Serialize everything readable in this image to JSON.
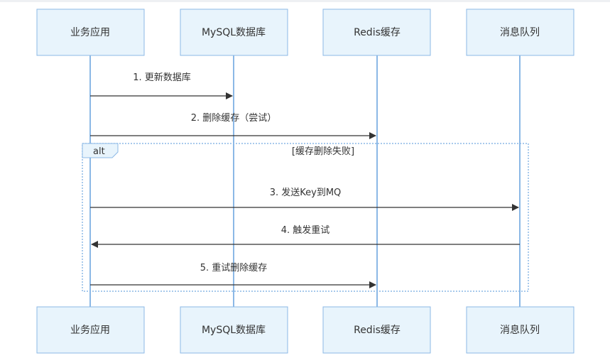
{
  "participants": [
    {
      "id": "app",
      "label": "业务应用"
    },
    {
      "id": "db",
      "label": "MySQL数据库"
    },
    {
      "id": "redis",
      "label": "Redis缓存"
    },
    {
      "id": "mq",
      "label": "消息队列"
    }
  ],
  "messages": [
    {
      "from": "app",
      "to": "db",
      "label": "1. 更新数据库"
    },
    {
      "from": "app",
      "to": "redis",
      "label": "2. 删除缓存（尝试）"
    },
    {
      "from": "app",
      "to": "mq",
      "label": "3. 发送Key到MQ"
    },
    {
      "from": "mq",
      "to": "app",
      "label": "4. 触发重试"
    },
    {
      "from": "app",
      "to": "redis",
      "label": "5. 重试删除缓存"
    }
  ],
  "alt": {
    "keyword": "alt",
    "condition": "[缓存删除失败]"
  },
  "colors": {
    "lifeline": "#8bb8e6",
    "box_fill": "#e8f4fc",
    "text": "#333333"
  }
}
